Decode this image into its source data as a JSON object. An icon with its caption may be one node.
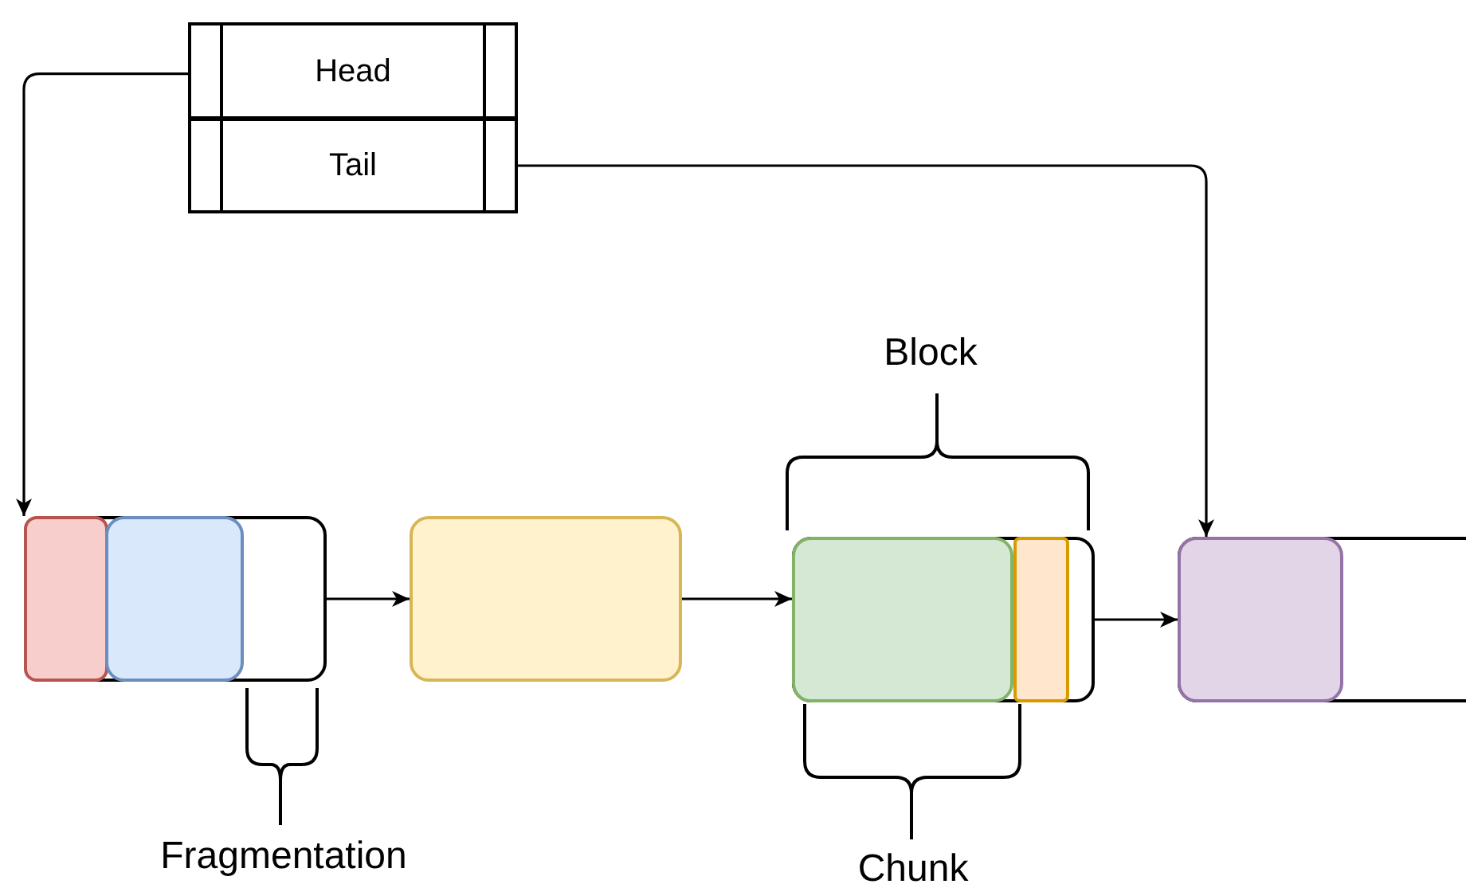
{
  "diagram": {
    "nodes": [
      {
        "text": [
          "Head"
        ]
      },
      {
        "text": [
          "Tail"
        ]
      },
      {
        "text": [],
        "shape": "box"
      },
      {
        "text": [],
        "shape": "box",
        "in": 2
      },
      {
        "text": [],
        "shape": "box",
        "in": 2
      },
      {
        "text": [],
        "shape": "box"
      },
      {
        "text": [],
        "shape": "box"
      },
      {
        "text": [],
        "shape": "box",
        "in": 6
      },
      {
        "text": [],
        "shape": "box",
        "in": 6
      },
      {
        "text": [],
        "shape": "box"
      },
      {
        "text": [],
        "shape": "box",
        "in": 9
      }
    ],
    "edges": [
      {
        "from": 0,
        "to": 2,
        "arrow": "to"
      },
      {
        "from": 1,
        "to": 9,
        "arrow": "to"
      },
      {
        "from": 2,
        "to": 5,
        "arrow": "to"
      },
      {
        "from": 5,
        "to": 6,
        "arrow": "to"
      },
      {
        "from": 6,
        "to": 9,
        "arrow": "to"
      }
    ],
    "labels": [
      "Block",
      "Fragmentation",
      "Chunk"
    ]
  }
}
